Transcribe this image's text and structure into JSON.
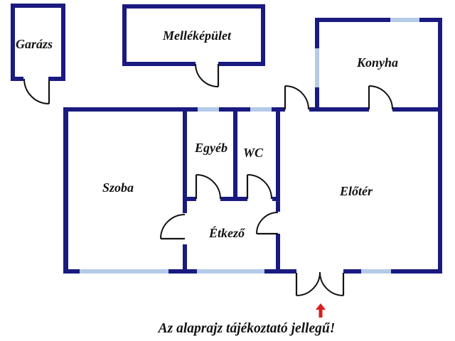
{
  "title": "floor-plan",
  "colors": {
    "background": "#ffffff",
    "wall": "#1a1a80",
    "window": "#b4cbe8",
    "door_line": "#131313",
    "text": "#111111",
    "arrow": "#dd1c1c"
  },
  "rooms": [
    {
      "id": "garazs",
      "label": "Garázs"
    },
    {
      "id": "mellekepulet",
      "label": "Melléképület"
    },
    {
      "id": "konyha",
      "label": "Konyha"
    },
    {
      "id": "egyeb",
      "label": "Egyéb"
    },
    {
      "id": "wc",
      "label": "WC"
    },
    {
      "id": "szoba",
      "label": "Szoba"
    },
    {
      "id": "eloter",
      "label": "Előtér"
    },
    {
      "id": "etkezo",
      "label": "Étkező"
    }
  ],
  "note": "Az alaprajz tájékoztató jellegű!",
  "icons": {
    "entrance_arrow": "up-arrow"
  }
}
